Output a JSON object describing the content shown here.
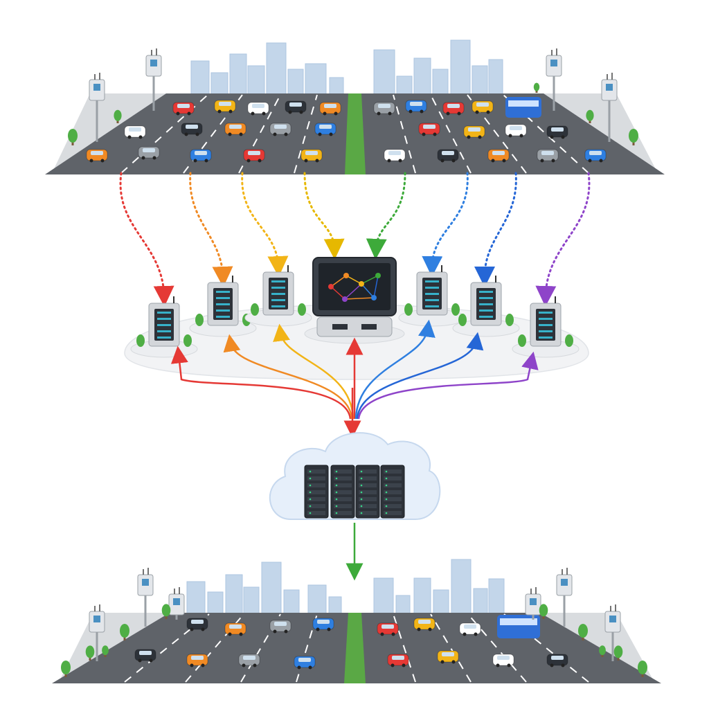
{
  "diagram": {
    "colors": {
      "road": "#5f6369",
      "sidewalk": "#d9dcdf",
      "median": "#5aa845",
      "building": "#b9cfe6",
      "server_body": "#d3d6da",
      "server_dark": "#2d3239",
      "cloud_fill": "#e6effa",
      "cloud_stroke": "#c6d8ee",
      "platform": "#eef0f2"
    },
    "top_road": {
      "name": "top-road-scene"
    },
    "bottom_road": {
      "name": "bottom-road-scene"
    },
    "edge_nodes": [
      {
        "name": "edge-server-1",
        "color": "#e53935"
      },
      {
        "name": "edge-server-2",
        "color": "#f08a24"
      },
      {
        "name": "edge-server-3",
        "color": "#f2b417"
      },
      {
        "name": "edge-server-4",
        "color": "#2f7fe0"
      },
      {
        "name": "edge-server-5",
        "color": "#2566d6"
      },
      {
        "name": "edge-server-6",
        "color": "#8e44c9"
      }
    ],
    "central_node": {
      "name": "central-monitor-hub",
      "icon": "network-graph-icon"
    },
    "cloud": {
      "name": "cloud-datacenter",
      "icon": "server-rack-icon"
    },
    "flows": [
      {
        "name": "flow-red",
        "color": "#e53935"
      },
      {
        "name": "flow-orange",
        "color": "#f08a24"
      },
      {
        "name": "flow-yellow",
        "color": "#f2b417"
      },
      {
        "name": "flow-gold",
        "color": "#e6b800"
      },
      {
        "name": "flow-green",
        "color": "#3daa3a"
      },
      {
        "name": "flow-blue",
        "color": "#2f7fe0"
      },
      {
        "name": "flow-blue-2",
        "color": "#2566d6"
      },
      {
        "name": "flow-purple",
        "color": "#8e44c9"
      }
    ]
  }
}
